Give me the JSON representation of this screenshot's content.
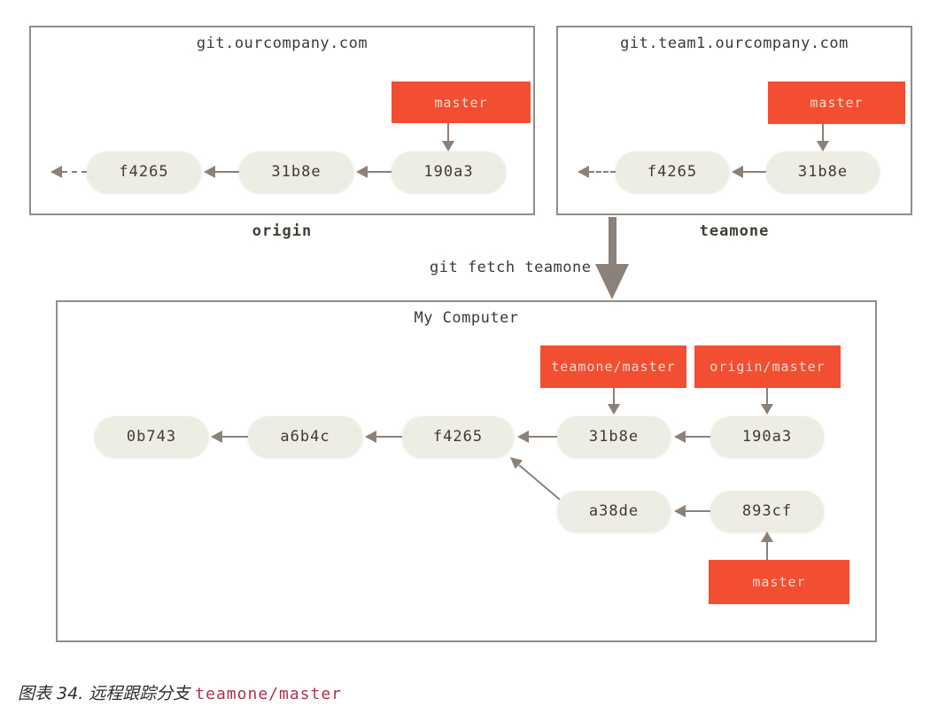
{
  "remotes": [
    {
      "title": "git.ourcompany.com",
      "name": "origin",
      "branch_label": "master",
      "commits": [
        "f4265",
        "31b8e",
        "190a3"
      ]
    },
    {
      "title": "git.team1.ourcompany.com",
      "name": "teamone",
      "branch_label": "master",
      "commits": [
        "f4265",
        "31b8e"
      ]
    }
  ],
  "fetch": {
    "command": "git fetch teamone"
  },
  "local": {
    "title": "My Computer",
    "remote_refs": [
      {
        "label": "teamone/master"
      },
      {
        "label": "origin/master"
      }
    ],
    "branch_label": "master",
    "main_commits": [
      "0b743",
      "a6b4c",
      "f4265",
      "31b8e",
      "190a3"
    ],
    "feature_commits": [
      "a38de",
      "893cf"
    ]
  },
  "caption": {
    "prefix": "图表 34. 远程跟踪分支",
    "code": "teamone/master"
  },
  "colors": {
    "branch_bg": "#f14e32",
    "branch_text": "#f6d8cc",
    "commit_bg": "#eeede4",
    "commit_text": "#3e3b35",
    "arrow": "#8b8178",
    "box_border": "#918e86",
    "caption_code": "#ad3150"
  }
}
